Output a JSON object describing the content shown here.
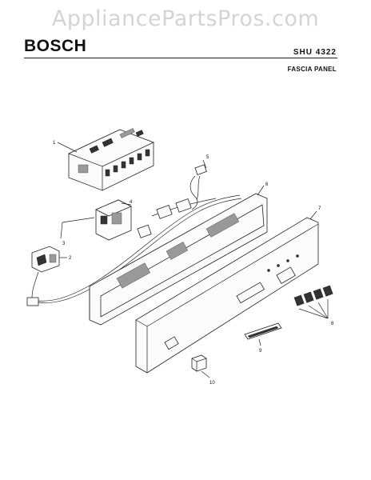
{
  "header": {
    "watermark": "AppliancePartsPros.com",
    "brand": "BOSCH",
    "model": "SHU 4322",
    "section": "FASCIA PANEL"
  },
  "callouts": {
    "c1": "1",
    "c2": "2",
    "c3": "3",
    "c4": "4",
    "c5": "5",
    "c6": "6",
    "c7": "7",
    "c8": "8",
    "c9": "9",
    "c10": "10"
  }
}
